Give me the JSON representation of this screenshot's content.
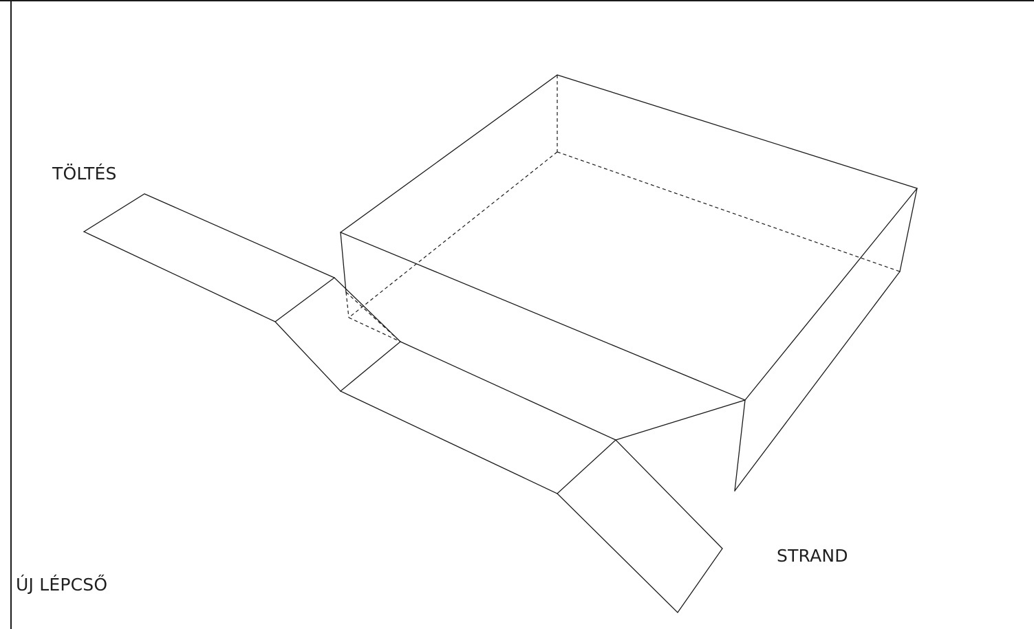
{
  "labels": {
    "embankment": "TÖLTÉS",
    "beach": "STRAND",
    "new_stairs": "ÚJ LÉPCSŐ"
  },
  "colors": {
    "line": "#1a1a1a",
    "text": "#1f1f1f",
    "background": "#ffffff"
  }
}
